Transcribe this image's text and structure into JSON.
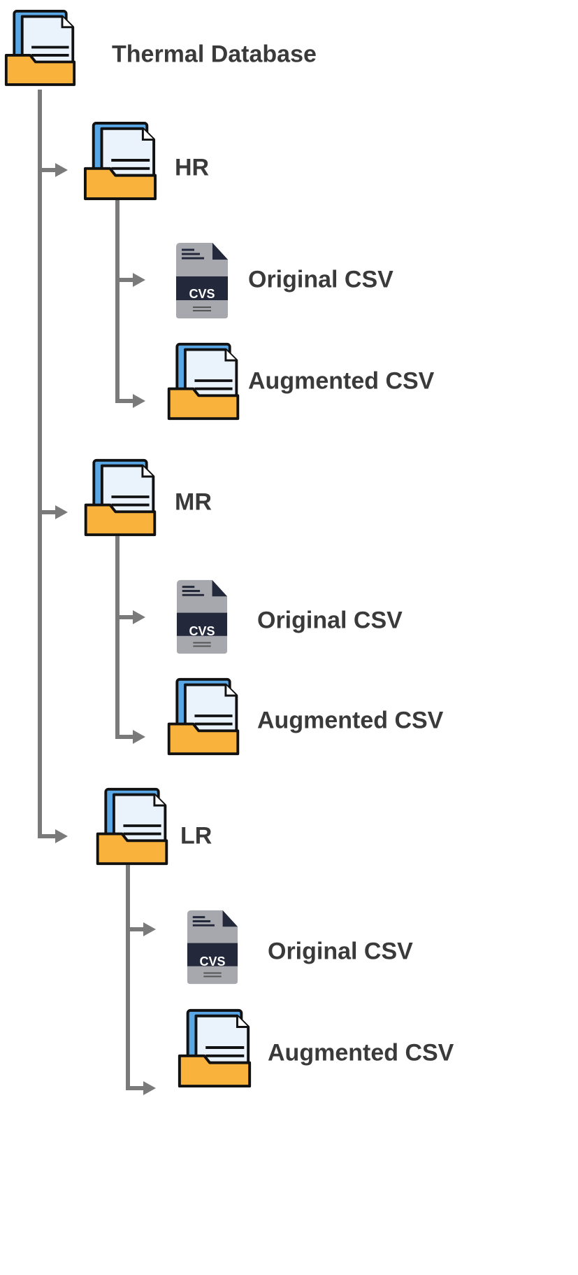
{
  "root": {
    "label": "Thermal Database"
  },
  "groups": [
    {
      "label": "HR",
      "children": [
        {
          "label": "Original CSV",
          "icon": "csv-file-icon"
        },
        {
          "label": "Augmented CSV",
          "icon": "folder-icon"
        }
      ]
    },
    {
      "label": "MR",
      "children": [
        {
          "label": "Original CSV",
          "icon": "csv-file-icon"
        },
        {
          "label": "Augmented CSV",
          "icon": "folder-icon"
        }
      ]
    },
    {
      "label": "LR",
      "children": [
        {
          "label": "Original CSV",
          "icon": "csv-file-icon"
        },
        {
          "label": "Augmented CSV",
          "icon": "folder-icon"
        }
      ]
    }
  ],
  "csv_icon_text": "CVS",
  "colors": {
    "folder": "#F9B33C",
    "folder_back": "#5AA7E6",
    "document": "#EAF3FB",
    "connector": "#7A7A7A",
    "csv_body": "#A6A8AD",
    "csv_band": "#23283A",
    "text": "#3A3A3A"
  }
}
